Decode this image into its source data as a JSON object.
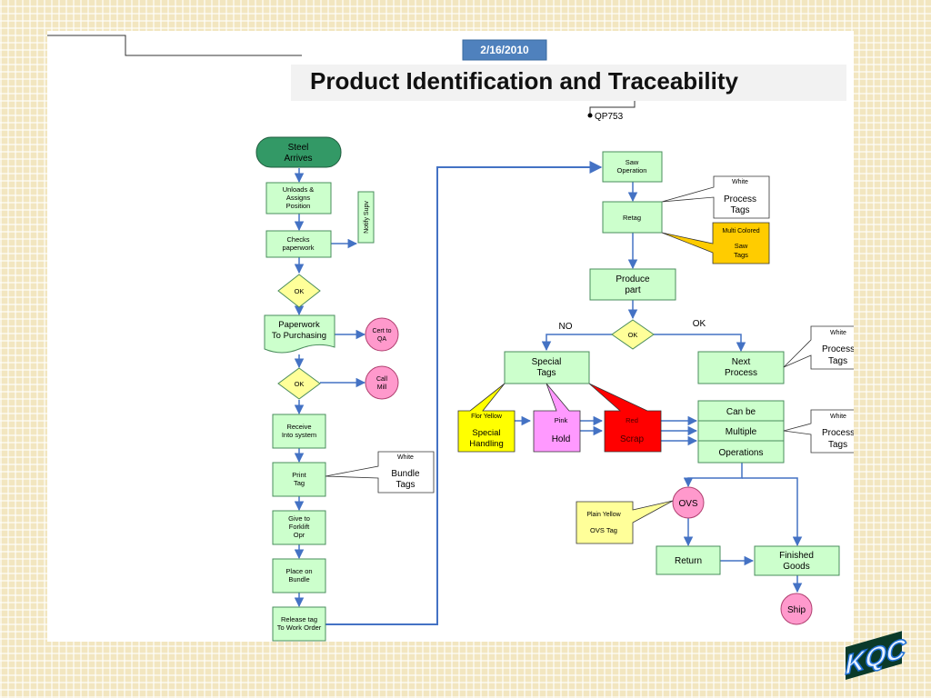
{
  "header": {
    "date": "2/16/2010",
    "title": "Product Identification and Traceability",
    "doc_id": "QP753"
  },
  "flow_left": {
    "steel_arrives": [
      "Steel",
      "Arrives"
    ],
    "unloads": [
      "Unloads &",
      "Assigns",
      "Position"
    ],
    "notify_supv": "Notify Supv",
    "checks_paperwork": [
      "Checks",
      "paperwork"
    ],
    "ok1": "OK",
    "paperwork_purchasing": [
      "Paperwork",
      "To Purchasing"
    ],
    "cert_qa": [
      "Cert to",
      "QA"
    ],
    "ok2": "OK",
    "call_mill": [
      "Call",
      "Mill"
    ],
    "receive": [
      "Receive",
      "Into system"
    ],
    "print_tag": [
      "Print",
      "Tag"
    ],
    "bundle_tags": {
      "color": "White",
      "text": [
        "Bundle",
        "Tags"
      ]
    },
    "give_forklift": [
      "Give to",
      "Forklift",
      "Opr"
    ],
    "place_bundle": [
      "Place on",
      "Bundle"
    ],
    "release_tag": [
      "Release tag",
      "To Work Order"
    ]
  },
  "flow_right": {
    "saw_operation": [
      "Saw",
      "Operation"
    ],
    "process_tags_1": {
      "color": "White",
      "text": [
        "Process",
        "Tags"
      ]
    },
    "retag": "Retag",
    "saw_tags": {
      "color": "Multi Colored",
      "text": [
        "Saw",
        "Tags"
      ]
    },
    "produce_part": [
      "Produce",
      "part"
    ],
    "no_label": "NO",
    "ok_label": "OK",
    "ok3": "OK",
    "special_tags": [
      "Special",
      "Tags"
    ],
    "next_process": [
      "Next",
      "Process"
    ],
    "process_tags_2": {
      "color": "White",
      "text": [
        "Process",
        "Tags"
      ]
    },
    "flor_yellow": {
      "color": "Flor Yellow",
      "text": [
        "Special",
        "Handling"
      ]
    },
    "pink": {
      "color": "Pink",
      "text": "Hold"
    },
    "red": {
      "color": "Red",
      "text": "Scrap"
    },
    "can_be": "Can be",
    "multiple": "Multiple",
    "operations": "Operations",
    "process_tags_3": {
      "color": "White",
      "text": [
        "Process",
        "Tags"
      ]
    },
    "ovs": "OVS",
    "ovs_tag": {
      "color": "Plain Yellow",
      "text": "OVS Tag"
    },
    "return": "Return",
    "finished_goods": [
      "Finished",
      "Goods"
    ],
    "ship": "Ship"
  },
  "logo": {
    "text": "KQC"
  },
  "colors": {
    "box_fill": "#ccffcc",
    "box_stroke": "#4a8c5c",
    "start_fill": "#339966",
    "diamond_fill": "#ffff99",
    "circle_fill": "#ff99cc",
    "arrow": "#4472c4",
    "header_blue": "#4f81bd",
    "tag_orange": "#ffcc00",
    "tag_yellow": "#ffff00",
    "tag_pink": "#ff99ff",
    "tag_red": "#ff0000",
    "note_yellow": "#ffff99"
  }
}
